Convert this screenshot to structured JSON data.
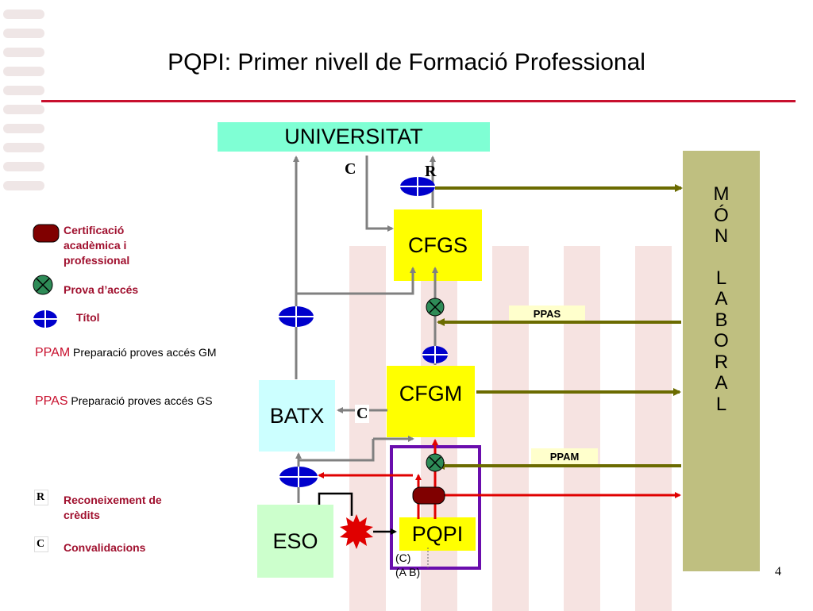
{
  "title": "PQPI: Primer nivell de Formació Professional",
  "nodes": {
    "universitat": "UNIVERSITAT",
    "cfgs": "CFGS",
    "cfgm": "CFGM",
    "batx": "BATX",
    "eso": "ESO",
    "pqpi": "PQPI",
    "mon_laboral": [
      "M",
      "Ó",
      "N",
      "",
      "L",
      "A",
      "B",
      "O",
      "R",
      "A",
      "L"
    ]
  },
  "edge_labels": {
    "c_top": "C",
    "r_top": "R",
    "c_batx": "C",
    "ppas": "PPAS",
    "ppam": "PPAM"
  },
  "pqpi_notes": {
    "line1": "(C)",
    "line2": "(A B)"
  },
  "legend": {
    "cert": "Certificació acadèmica i professional",
    "prova": "Prova d’accés",
    "titol": "Títol",
    "ppam_abbr": "PPAM",
    "ppam_desc": "Preparació proves accés GM",
    "ppas_abbr": "PPAS",
    "ppas_desc": "Preparació proves accés GS",
    "r_letter": "R",
    "r_desc": "Reconeixement de crèdits",
    "c_letter": "C",
    "c_desc": "Convalidacions"
  },
  "page_number": "4",
  "colors": {
    "title_rule": "#c8102e",
    "universitat": "#7fffd4",
    "cfgs": "#ffff00",
    "batx": "#ccffff",
    "eso": "#ccffcc",
    "mon_laboral": "#bfbf80",
    "pqpi_frame": "#6a0dad",
    "arrow_gray": "#808080",
    "arrow_olive": "#6b6b00",
    "arrow_red": "#e00000",
    "titol_icon": "#0000cc",
    "prova_icon": "#2e8b57",
    "cert_icon": "#800000"
  }
}
